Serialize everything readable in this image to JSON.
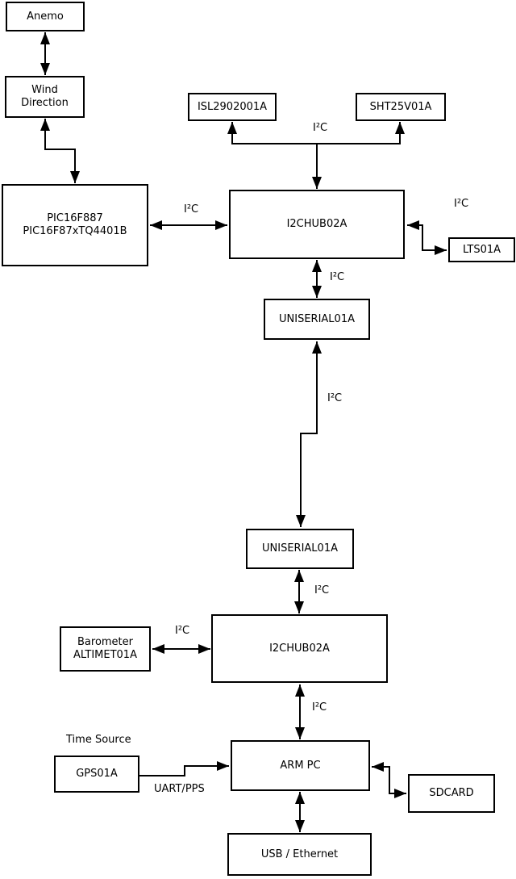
{
  "diagram": {
    "nodes": {
      "anemo": {
        "label": "Anemo"
      },
      "wind_direction": {
        "line1": "Wind",
        "line2": "Direction"
      },
      "pic": {
        "line1": "PIC16F887",
        "line2": "PIC16F87xTQ4401B"
      },
      "isl": {
        "label": "ISL2902001A"
      },
      "sht": {
        "label": "SHT25V01A"
      },
      "i2c_hub_top": {
        "label": "I2CHUB02A"
      },
      "lts": {
        "label": "LTS01A"
      },
      "uniserial_top": {
        "label": "UNISERIAL01A"
      },
      "uniserial_bottom": {
        "label": "UNISERIAL01A"
      },
      "barometer": {
        "line1": "Barometer",
        "line2": "ALTIMET01A"
      },
      "i2c_hub_bottom": {
        "label": "I2CHUB02A"
      },
      "gps": {
        "label": "GPS01A"
      },
      "arm_pc": {
        "label": "ARM PC"
      },
      "sdcard": {
        "label": "SDCARD"
      },
      "usb_ethernet": {
        "label": "USB / Ethernet"
      }
    },
    "edge_labels": {
      "i2c_sensors": "I²C",
      "i2c_pic_hub": "I²C",
      "i2c_hub_lts": "I²C",
      "i2c_hub_uniserial": "I²C",
      "i2c_uniserial_link": "I²C",
      "i2c_uniserial_hub2": "I²C",
      "i2c_barometer_hub2": "I²C",
      "i2c_hub2_armpc": "I²C",
      "uart_pps": "UART/PPS",
      "time_source": "Time Source"
    },
    "colors": {
      "line": "#000000",
      "box_fill": "#ffffff",
      "background": "#ffffff",
      "text": "#000000"
    }
  }
}
